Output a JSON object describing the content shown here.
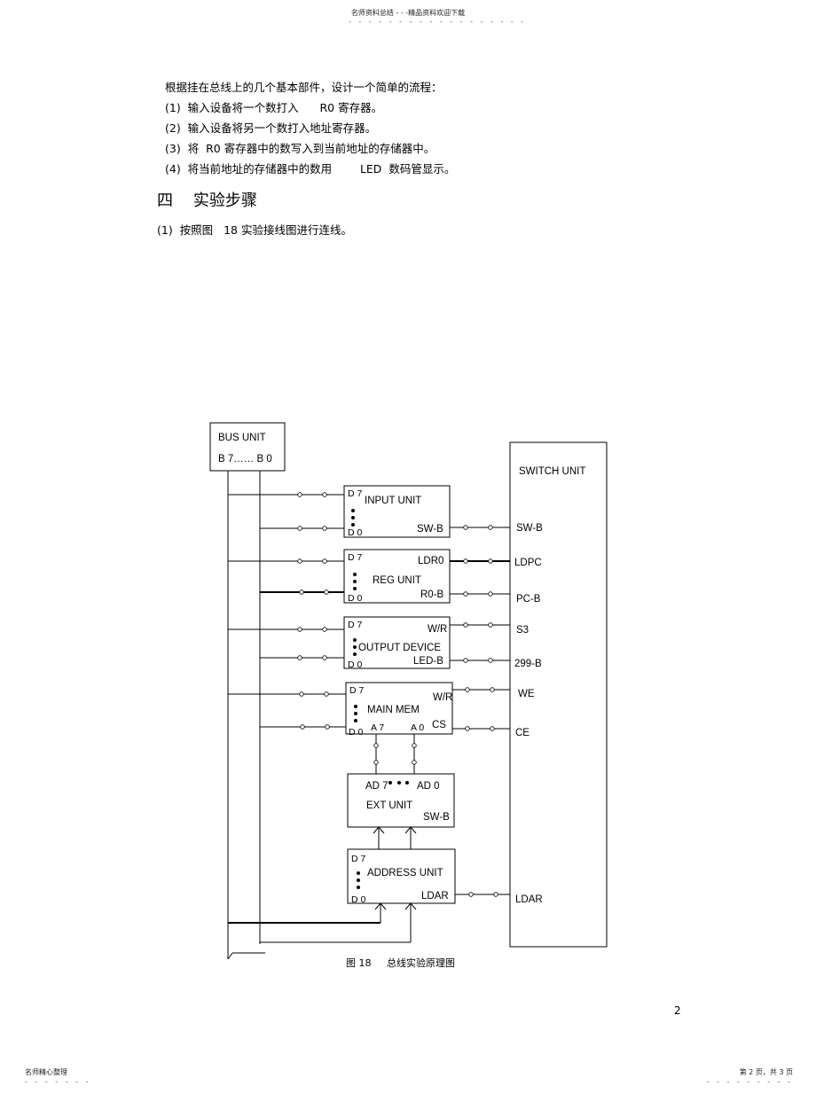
{
  "header": {
    "text": "名师资料总结 - - -精品资料欢迎下载",
    "dashes": "- - - - - - - - - - - - - - - - - -"
  },
  "intro": {
    "lines": [
      "根据挂在总线上的几个基本部件，设计一个简单的流程：",
      "(1)  输入设备将一个数打入      R0 寄存器。",
      "(2)  输入设备将另一个数打入地址寄存器。",
      "(3)  将  R0 寄存器中的数写入到当前地址的存储器中。",
      "(4)  将当前地址的存储器中的数用        LED  数码管显示。"
    ]
  },
  "section": {
    "title": "四    实验步骤"
  },
  "step": {
    "text": "(1)  按照图   18 实验接线图进行连线。"
  },
  "diagram": {
    "bus_unit": {
      "title": "BUS UNIT",
      "range": "B 7…… B 0"
    },
    "switch_unit": {
      "title": "SWITCH UNIT"
    },
    "units": {
      "input": {
        "name": "INPUT UNIT",
        "d_hi": "D 7",
        "d_lo": "D 0",
        "port": "SW-B"
      },
      "reg": {
        "name": "REG UNIT",
        "d_hi": "D 7",
        "d_lo": "D 0",
        "port1": "LDR0",
        "port2": "R0-B"
      },
      "output": {
        "name": "OUTPUT DEVICE",
        "d_hi": "D 7",
        "d_lo": "D 0",
        "port1": "W/R",
        "port2": "LED-B"
      },
      "mem": {
        "name": "MAIN MEM",
        "d_hi": "D 7",
        "d_lo": "D 0",
        "port1": "W/R",
        "port2": "CS",
        "a_hi": "A 7",
        "a_lo": "A 0"
      },
      "ext": {
        "name": "EXT UNIT",
        "ad_hi": "AD 7",
        "ad_lo": "AD 0",
        "port": "SW-B"
      },
      "addr": {
        "name": "ADDRESS UNIT",
        "d_hi": "D 7",
        "d_lo": "D 0",
        "port": "LDAR"
      }
    },
    "switch_signals": [
      "SW-B",
      "LDPC",
      "PC-B",
      "S3",
      "299-B",
      "WE",
      "CE",
      "LDAR"
    ]
  },
  "caption": "图 18     总线实验原理图",
  "page_number": "2",
  "footer": {
    "left": "名师精心整理",
    "right": "第 2 页，共 3 页",
    "dashes_left": "- - - - - - -",
    "dashes_right": "- - - - - - - - -"
  }
}
